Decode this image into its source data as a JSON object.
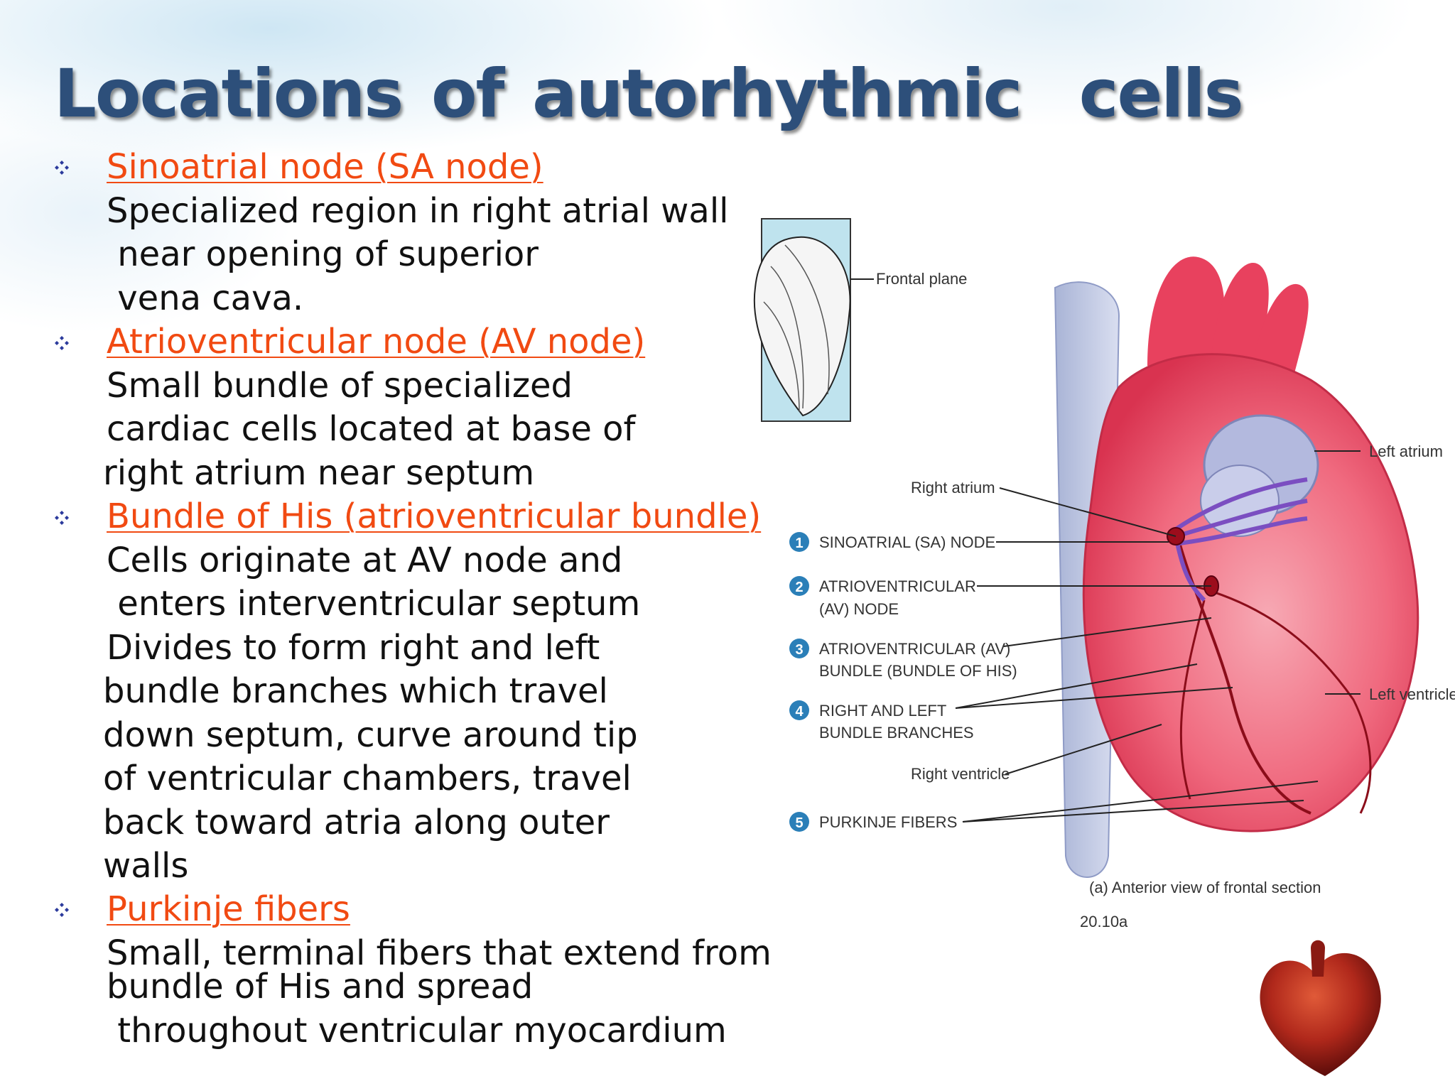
{
  "slide": {
    "title": "Locations of autorhythmic  cells",
    "sections": [
      {
        "heading": "Sinoatrial node (SA node)",
        "lines": [
          "Specialized region in right atrial wall",
          " near opening of superior",
          " vena cava."
        ]
      },
      {
        "heading": "Atrioventricular node (AV node)",
        "lines": [
          "Small bundle of specialized",
          "cardiac cells located at base of",
          "right atrium near septum"
        ]
      },
      {
        "heading": "Bundle of His (atrioventricular bundle)",
        "lines": [
          "Cells originate at AV node and",
          " enters interventricular septum",
          "Divides to form right and left",
          "bundle branches which travel",
          "down septum, curve around tip",
          "of ventricular chambers, travel",
          "back toward atria along outer",
          "walls"
        ]
      },
      {
        "heading": "Purkinje fibers",
        "lines": [
          "Small, terminal fibers that extend from",
          "bundle of His and spread",
          " throughout ventricular myocardium"
        ]
      }
    ]
  },
  "figure": {
    "inset_label": "Frontal plane",
    "right_atrium": "Right atrium",
    "left_atrium": "Left atrium",
    "left_ventricle": "Left ventricle",
    "right_ventricle": "Right ventricle",
    "numbered_labels": [
      {
        "num": "1",
        "line1": "SINOATRIAL (SA) NODE",
        "line2": ""
      },
      {
        "num": "2",
        "line1": "ATRIOVENTRICULAR",
        "line2": "(AV) NODE"
      },
      {
        "num": "3",
        "line1": "ATRIOVENTRICULAR (AV)",
        "line2": "BUNDLE (BUNDLE OF HIS)"
      },
      {
        "num": "4",
        "line1": "RIGHT AND LEFT",
        "line2": "BUNDLE BRANCHES"
      },
      {
        "num": "5",
        "line1": "PURKINJE FIBERS",
        "line2": ""
      }
    ],
    "caption": "(a) Anterior view of frontal section",
    "figure_number": "20.10a"
  },
  "colors": {
    "title": "#2d4f7a",
    "heading": "#f14a12",
    "bullet": "#2b3a9c",
    "badge": "#2b7fb8"
  },
  "icons": [
    "diamond-bullet-icon",
    "heart-illustration",
    "heart-logo"
  ]
}
